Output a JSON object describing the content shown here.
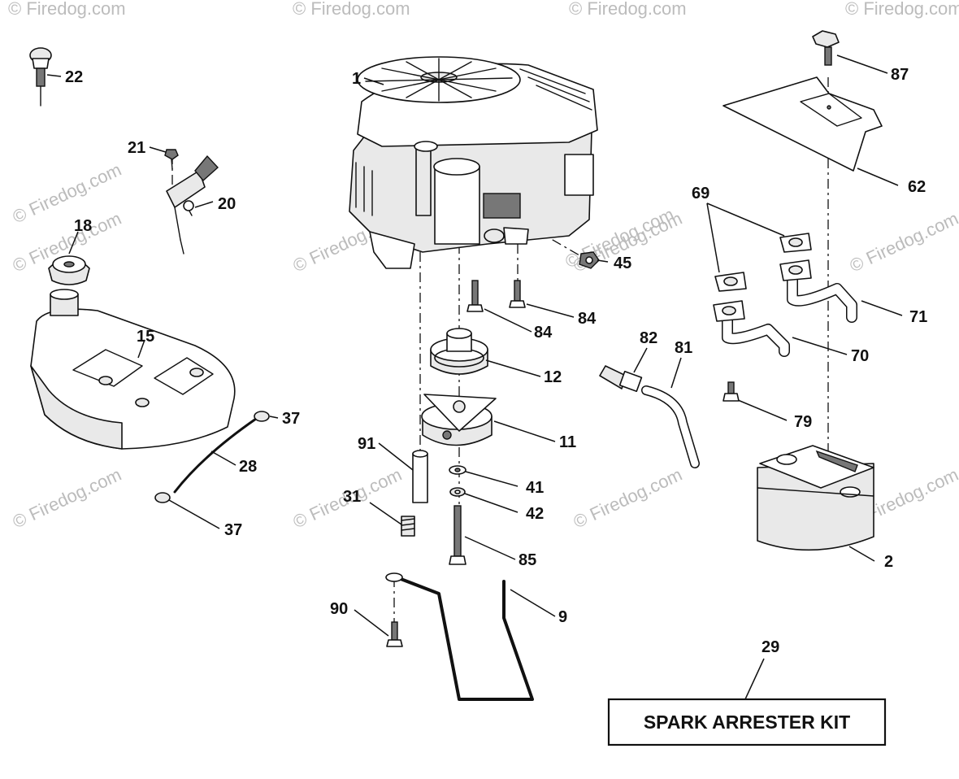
{
  "watermarks": [
    "© Firedog.com",
    "© Firedog.com",
    "© Firedog.com",
    "© Firedog.com",
    "© Firedog.com",
    "© Firedog.com",
    "© Firedog.com",
    "© Firedog.com",
    "© Firedog.com",
    "© Firedog.com",
    "© Firedog.com",
    "© Firedog.com",
    "© Firedog.com",
    "© Firedog.com"
  ],
  "callouts": {
    "c1": "1",
    "c2": "2",
    "c9": "9",
    "c11": "11",
    "c12": "12",
    "c15": "15",
    "c18": "18",
    "c20": "20",
    "c21": "21",
    "c22": "22",
    "c28": "28",
    "c29": "29",
    "c31": "31",
    "c37a": "37",
    "c37b": "37",
    "c41": "41",
    "c42": "42",
    "c45": "45",
    "c62": "62",
    "c69": "69",
    "c70": "70",
    "c71": "71",
    "c79": "79",
    "c81": "81",
    "c82": "82",
    "c84a": "84",
    "c84b": "84",
    "c85": "85",
    "c87": "87",
    "c90": "90",
    "c91": "91"
  },
  "kit": {
    "label": "SPARK ARRESTER KIT"
  }
}
